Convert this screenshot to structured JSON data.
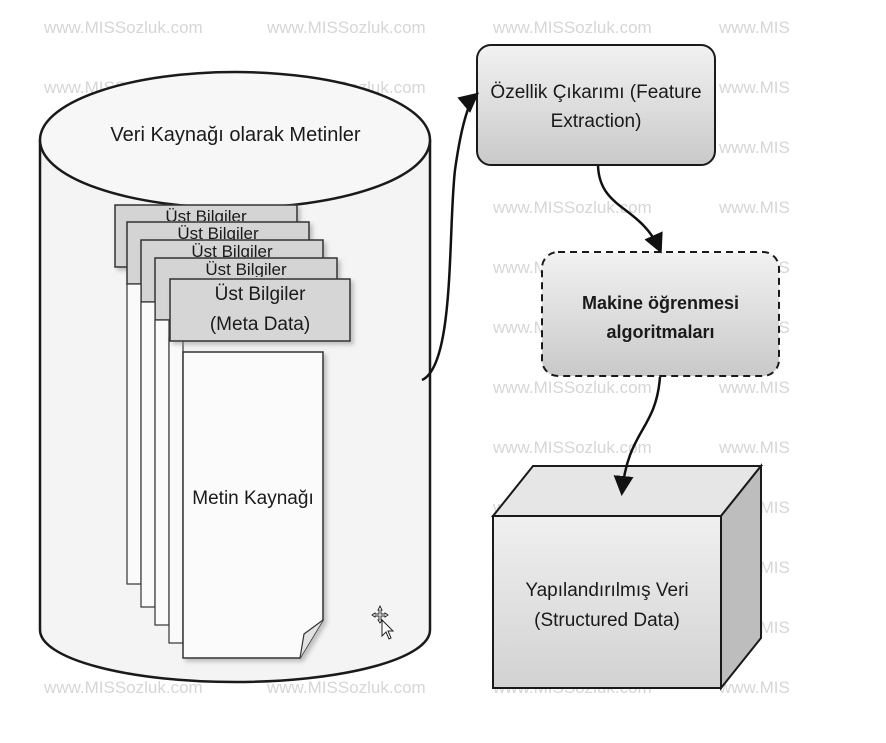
{
  "watermark": "www.MISSozluk.com",
  "watermark_partial": "www.MIS",
  "colors": {
    "outline": "#1a1a1a",
    "box_fill": "#dcdcdc",
    "cylinder_fill": "#f4f4f4",
    "watermark": "#d6d6d6"
  },
  "database": {
    "title": "Veri Kaynağı olarak Metinler",
    "stack_labels": [
      "Üst Bilgiler",
      "Üst Bilgiler",
      "Üst Bilgiler",
      "Üst Bilgiler"
    ],
    "front_meta_line1": "Üst Bilgiler",
    "front_meta_line2": "(Meta Data)",
    "document_label": "Metin Kaynağı"
  },
  "feature_box": {
    "line1": "Özellik Çıkarımı (Feature",
    "line2": "Extraction)"
  },
  "ml_box": {
    "line1": "Makine öğrenmesi",
    "line2": "algoritmaları"
  },
  "output_cube": {
    "line1": "Yapılandırılmış Veri",
    "line2": "(Structured Data)"
  }
}
